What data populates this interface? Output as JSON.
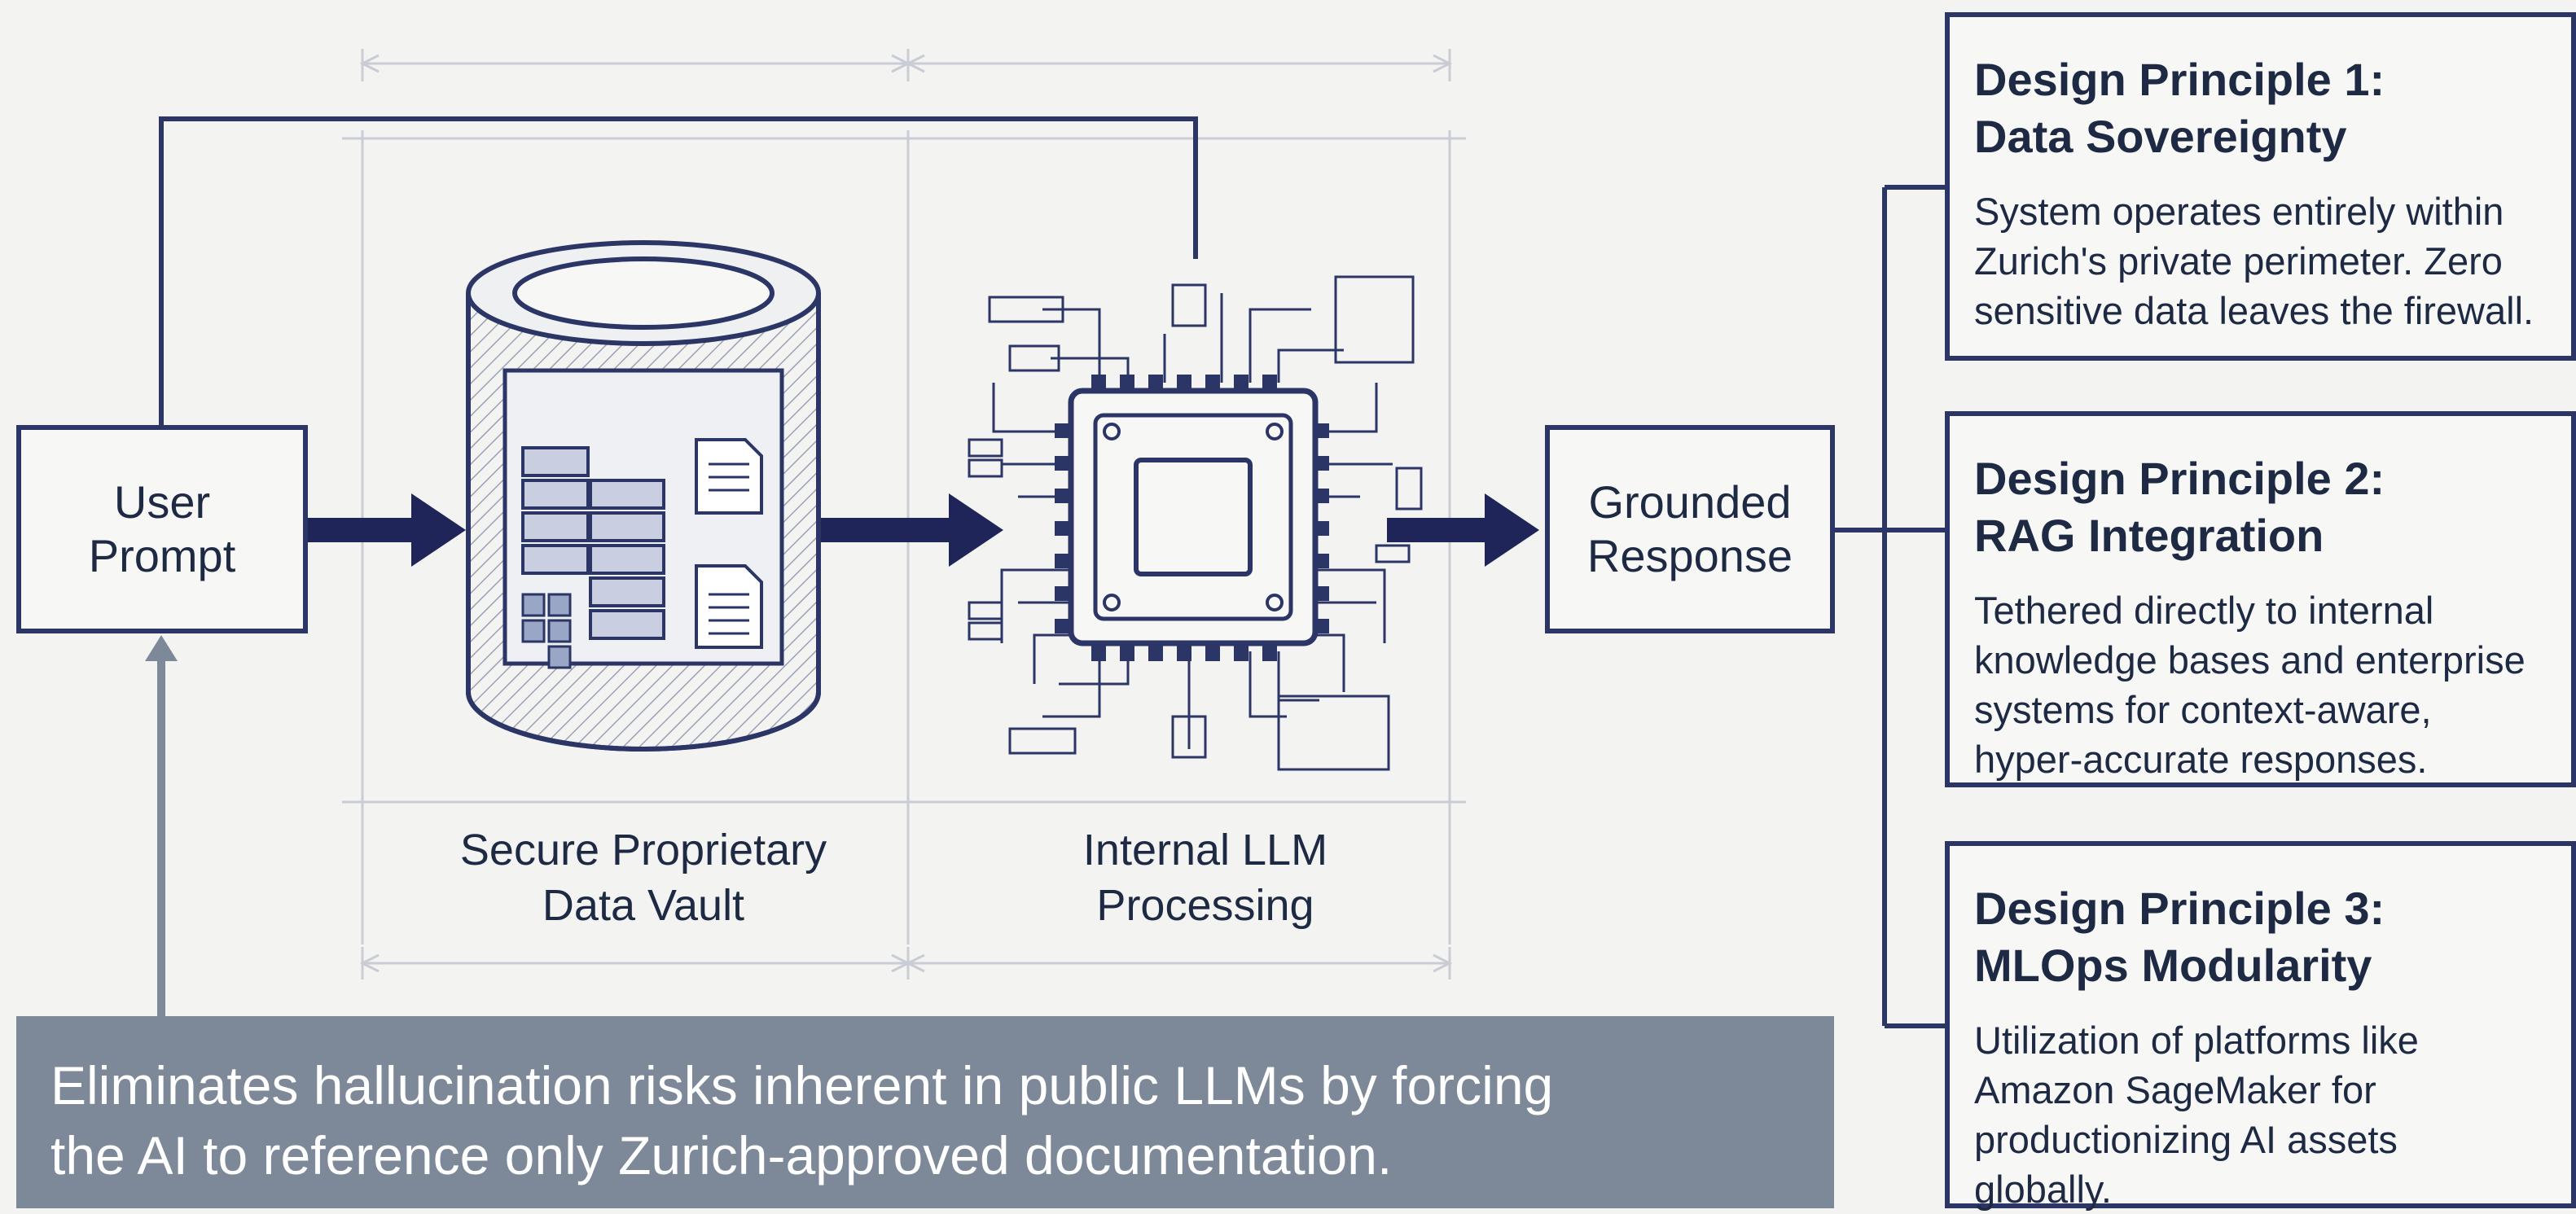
{
  "flow": {
    "user_prompt": "User\nPrompt",
    "vault_label": "Secure Proprietary\nData Vault",
    "llm_label": "Internal LLM\nProcessing",
    "grounded_response": "Grounded\nResponse"
  },
  "principles": [
    {
      "title": "Design Principle 1:\nData Sovereignty",
      "body": "System operates entirely within\nZurich's private perimeter. Zero\nsensitive data leaves the firewall."
    },
    {
      "title": "Design Principle 2:\nRAG Integration",
      "body": "Tethered directly to internal\nknowledge bases and enterprise\nsystems for context-aware,\nhyper-accurate responses."
    },
    {
      "title": "Design Principle 3:\nMLOps Modularity",
      "body": "Utilization of platforms like\nAmazon SageMaker for\nproductionizing AI assets\nglobally."
    }
  ],
  "banner": {
    "text": "Eliminates hallucination risks inherent in public LLMs by forcing\nthe AI to reference only Zurich-approved documentation."
  },
  "colors": {
    "line": "#2b3566",
    "banner": "#7d8998",
    "background": "#f3f4f2"
  },
  "icons": [
    "data-vault-cylinder-icon",
    "cpu-chip-icon"
  ]
}
